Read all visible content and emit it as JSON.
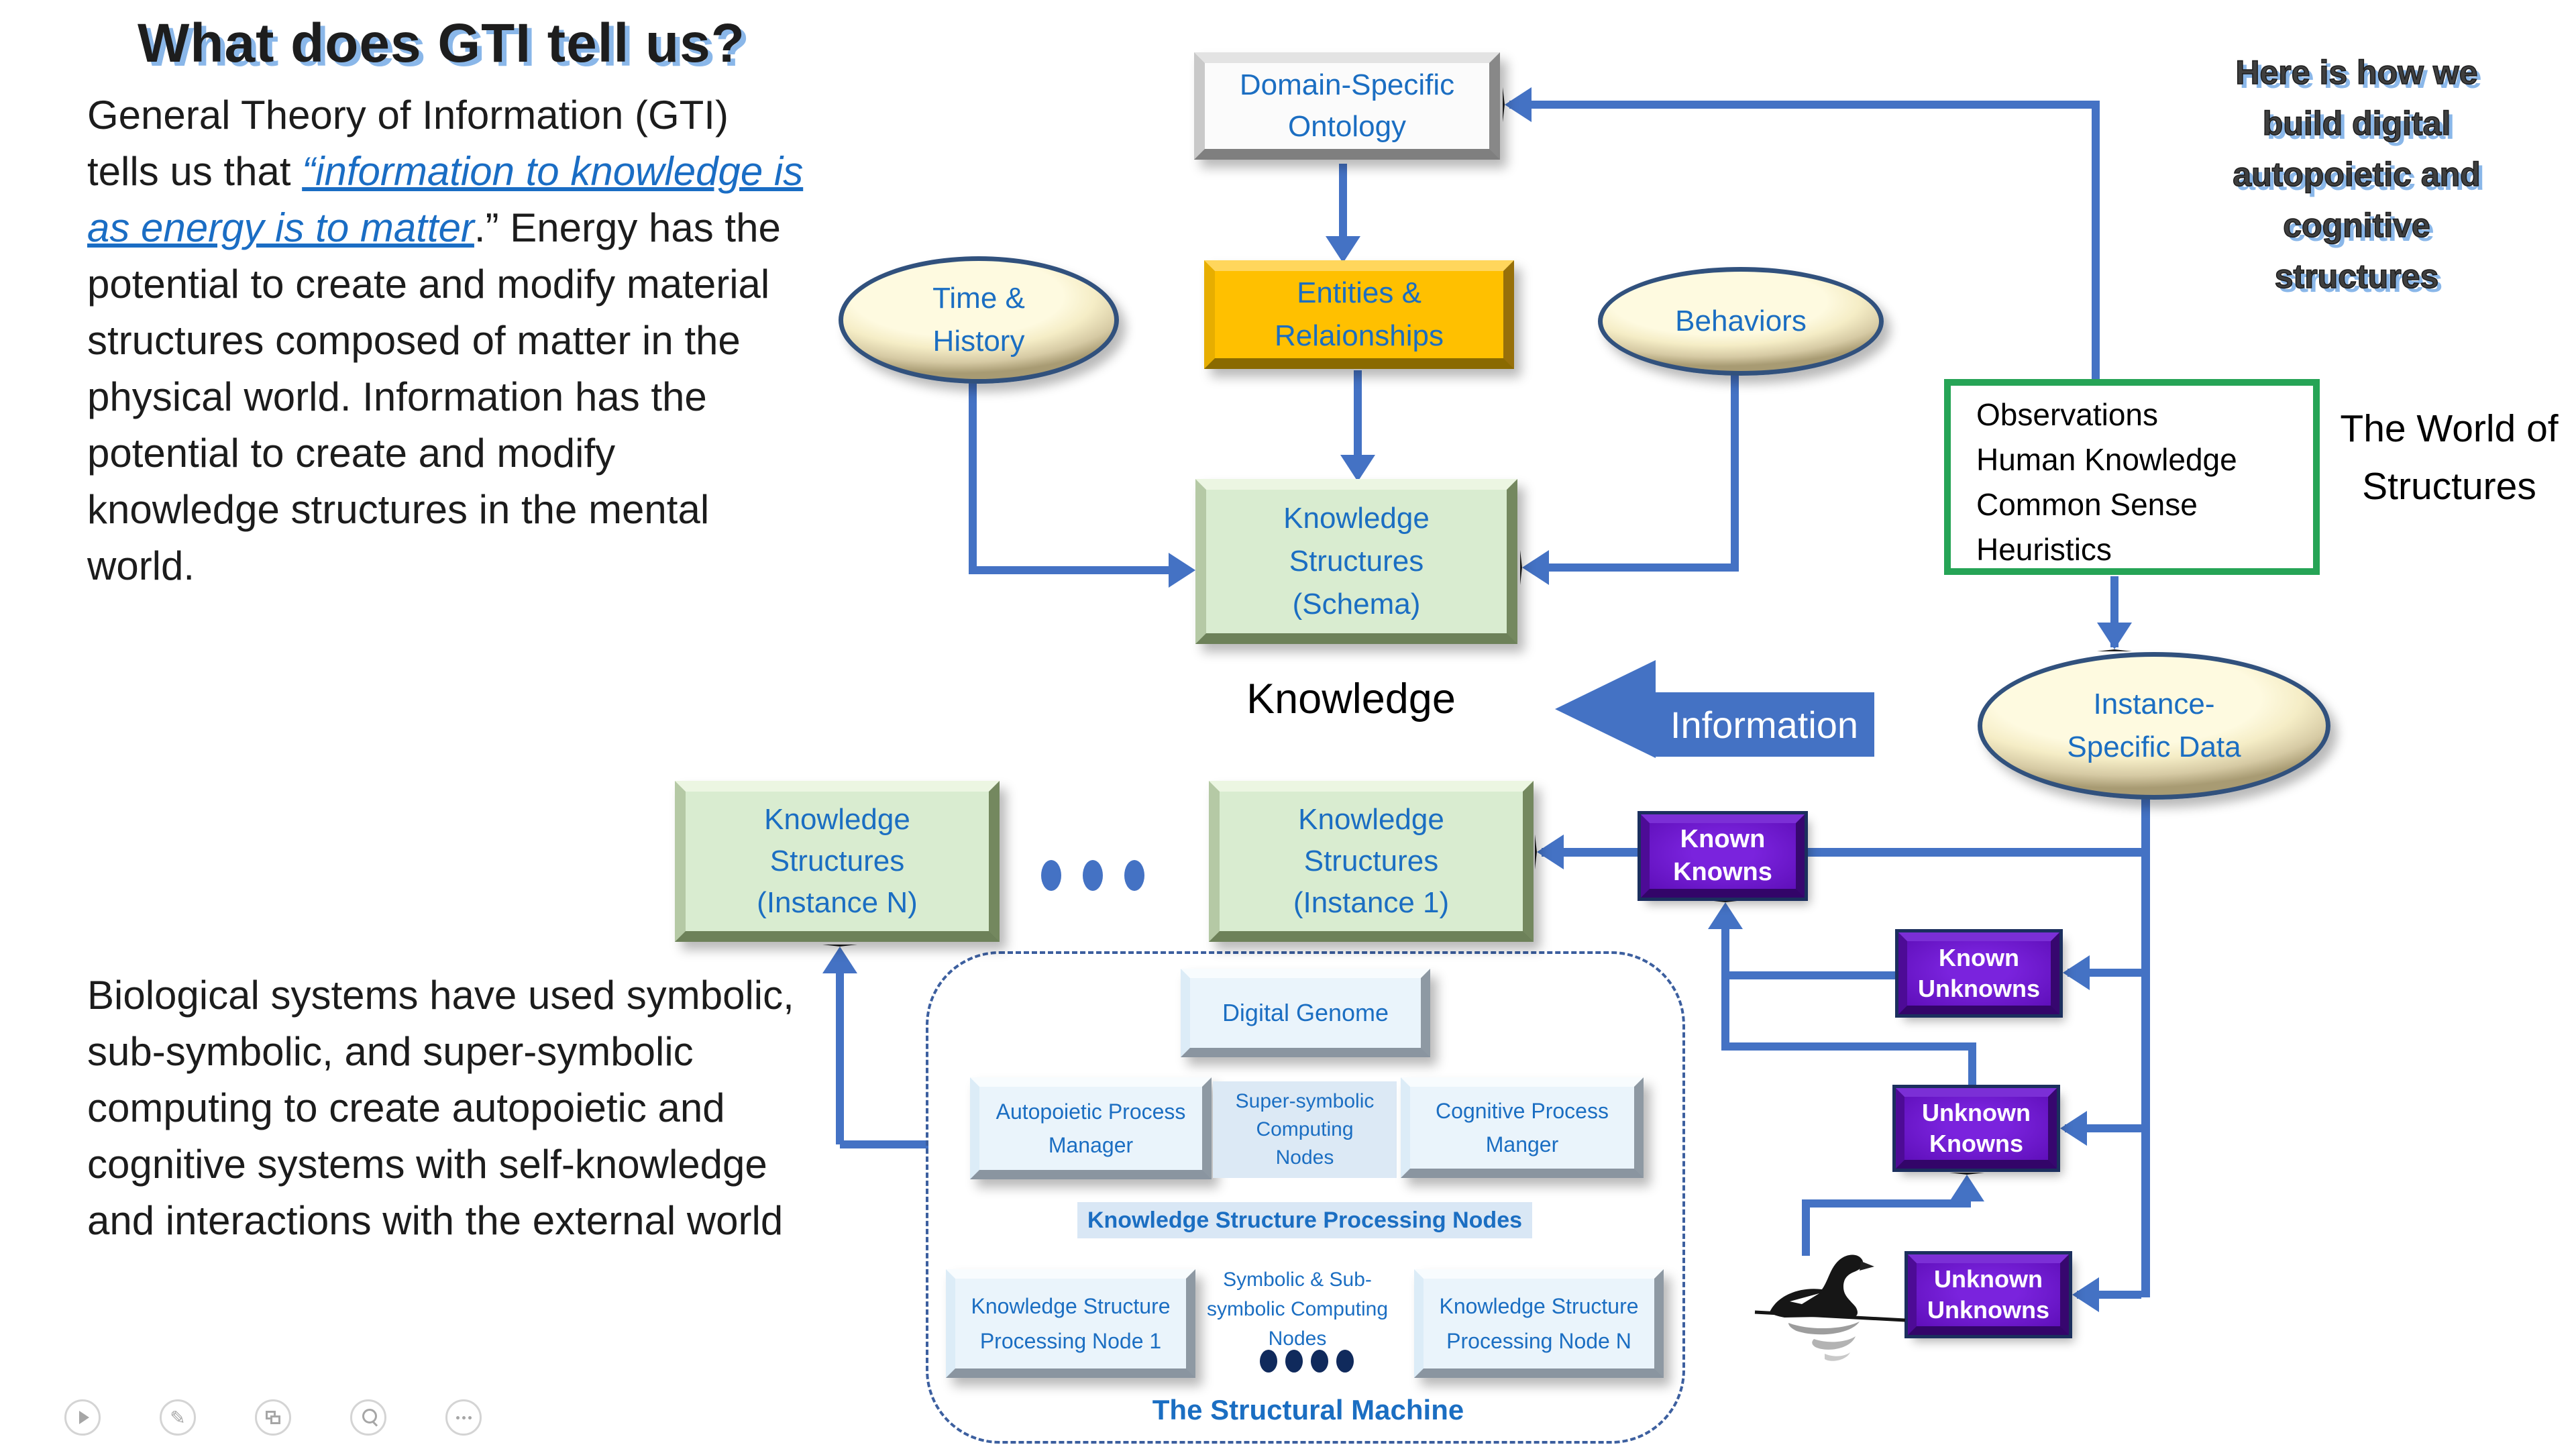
{
  "colors": {
    "arrow_blue": "#4472C4",
    "node_text_blue": "#1B6EC2",
    "link_blue": "#1A6DC4",
    "green_border": "#26A456",
    "purple_box": "#6714C9",
    "gold_box": "#FFC000",
    "cream_ellipse": "#FDF8DA",
    "light_green_box": "#D9ECD0",
    "light_blue_box": "#EAF4FB",
    "title_shadow_blue": "#8AB7E9"
  },
  "title": "What does GTI tell us?",
  "intro_paragraph": {
    "pre": " General Theory of Information (GTI) tells us that ",
    "quote_link": "“information to knowledge is as energy is to matter",
    "post": ".” Energy has the potential to create and modify material structures composed of matter in the physical world. Information has the potential to create and modify knowledge structures in the mental world."
  },
  "bio_paragraph": "Biological systems have used symbolic, sub-symbolic, and super-symbolic computing to create autopoietic and cognitive systems with self-knowledge and interactions with the external world",
  "side_note": "Here is how we build digital autopoietic and cognitive structures",
  "world_label": "The World of Structures",
  "diagram": {
    "ontology": "Domain-Specific Ontology",
    "time_history": "Time & History",
    "entities": "Entities & Relaionships",
    "behaviors": "Behaviors",
    "schema": "Knowledge Structures (Schema)",
    "knowledge": "Knowledge",
    "information": "Information",
    "observations": [
      "Observations",
      "Human Knowledge",
      "Common Sense",
      "Heuristics"
    ],
    "instance_data": "Instance-Specific Data",
    "instance_n": "Knowledge Structures (Instance N)",
    "instance_1": "Knowledge Structures (Instance 1)",
    "known_knowns": "Known Knowns",
    "known_unknowns": "Known Unknowns",
    "unknown_knowns": "Unknown Knowns",
    "unknown_unknowns": "Unknown Unknowns",
    "swan": "black swan"
  },
  "machine": {
    "digital_genome": "Digital Genome",
    "autopoietic_manager": "Autopoietic Process Manager",
    "super_symbolic": "Super-symbolic Computing Nodes",
    "cognitive_manager": "Cognitive Process Manger",
    "processing_banner": "Knowledge Structure Processing Nodes",
    "node_1": "Knowledge Structure Processing Node 1",
    "symbolic_nodes": "Symbolic & Sub-symbolic Computing Nodes",
    "node_n": "Knowledge Structure Processing Node N",
    "caption": "The Structural Machine"
  },
  "icon_glyphs": {
    "pen": "✎"
  },
  "presenter_controls": [
    "play",
    "pen",
    "slides",
    "zoom",
    "more"
  ]
}
